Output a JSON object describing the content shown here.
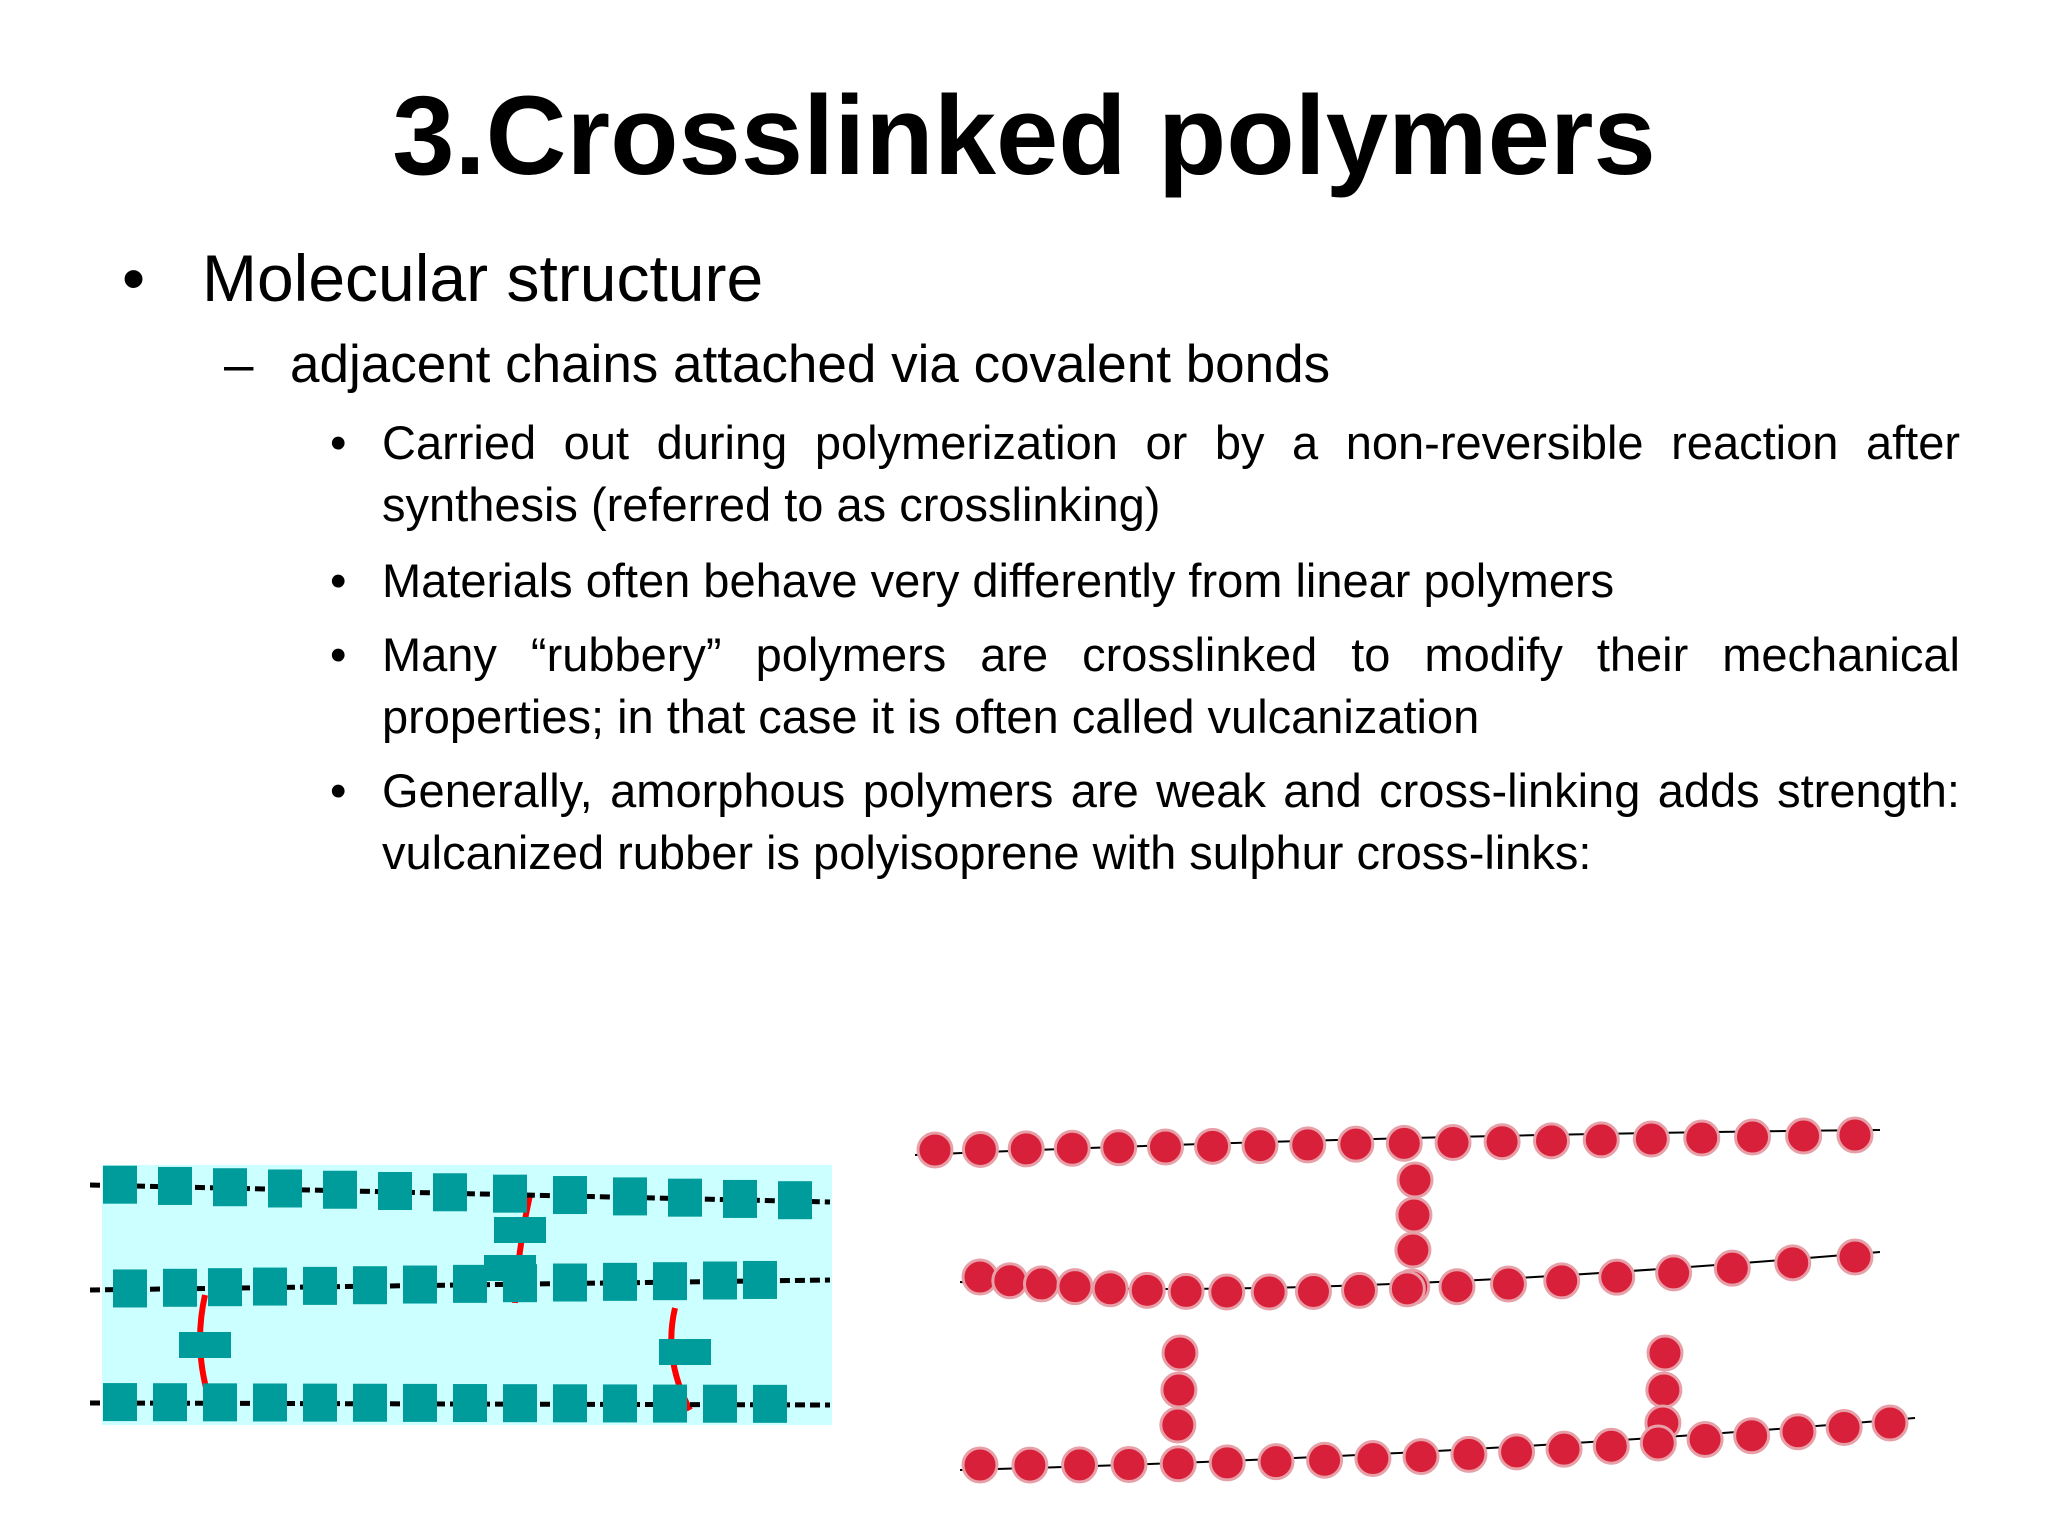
{
  "slide": {
    "title": "3.Crosslinked polymers",
    "bullet": "Molecular structure",
    "sub_bullet": "adjacent chains attached via covalent bonds",
    "points": [
      "Carried out during polymerization or by a non-reversible reaction after synthesis (referred to as crosslinking)",
      "Materials often behave very differently from linear polymers",
      "Many “rubbery” polymers are crosslinked to modify their mechanical properties; in that case it is often called vulcanization",
      "Generally, amorphous polymers are weak and cross-linking adds strength: vulcanized rubber is polyisoprene with sulphur cross-links:"
    ],
    "bullet_glyph": "•",
    "dash_glyph": "–"
  },
  "colors": {
    "square_unit": "#009b9b",
    "chain_band": "#ccffff",
    "crosslink": "#ff0000",
    "bead": "#d9203a",
    "bead_outline": "#e7a0a8",
    "backbone": "#000000"
  },
  "figures": {
    "left": "crosslinked-chains-square-units",
    "right": "crosslinked-chains-bead-units"
  }
}
